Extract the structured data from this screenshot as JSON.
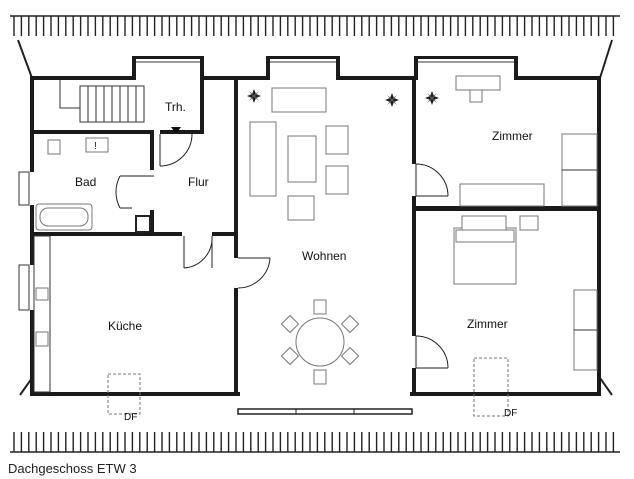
{
  "caption": "Dachgeschoss ETW 3",
  "rooms": {
    "treppenhaus": "Trh.",
    "bad": "Bad",
    "flur": "Flur",
    "wohnen": "Wohnen",
    "zimmer_oben": "Zimmer",
    "zimmer_unten": "Zimmer",
    "kueche": "Küche"
  },
  "markers": {
    "dachfenster_links": "DF",
    "dachfenster_rechts": "DF"
  },
  "icons": [
    "plant-icon",
    "stair-arrow-icon"
  ]
}
